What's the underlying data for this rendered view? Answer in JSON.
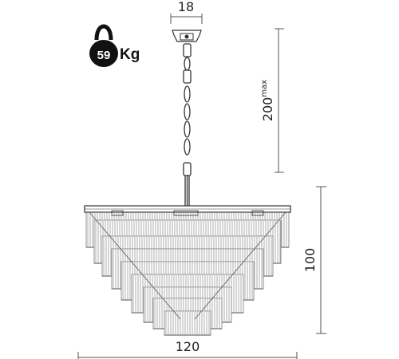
{
  "dimensions": {
    "canopy_width": "18",
    "max_drop": "200",
    "max_drop_superscript": "max",
    "height": "100",
    "diameter": "120"
  },
  "weight": {
    "value": "59",
    "unit": "Kg",
    "icon": "kettlebell-icon"
  },
  "colors": {
    "line": "#333333",
    "dimension_line": "#555555",
    "crystal": "#8a8a8a",
    "icon": "#111111"
  }
}
